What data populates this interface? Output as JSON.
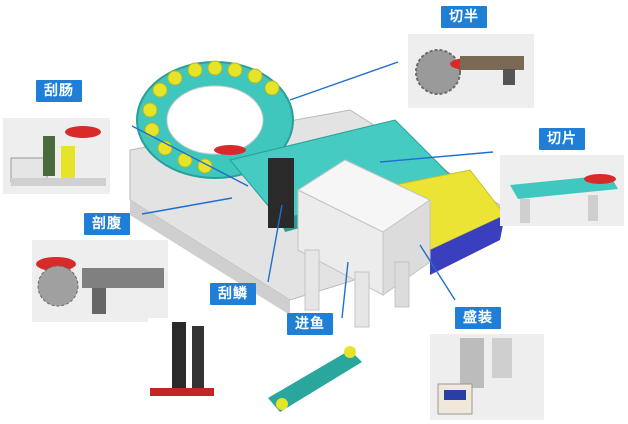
{
  "labels": {
    "cut_half": "切半",
    "scrape_intestine": "刮肠",
    "slice": "切片",
    "cut_belly": "剖腹",
    "scrape_scale": "刮鳞",
    "feed_fish": "进鱼",
    "plate": "盛装"
  },
  "colors": {
    "label_bg": "#1f7fd6",
    "line": "#1f6fd0",
    "belt": "#40c8c0",
    "roller": "#e6e62a",
    "hopper": "#f2f2f2",
    "fish": "#d82a2a",
    "base": "#e8e8e8"
  }
}
